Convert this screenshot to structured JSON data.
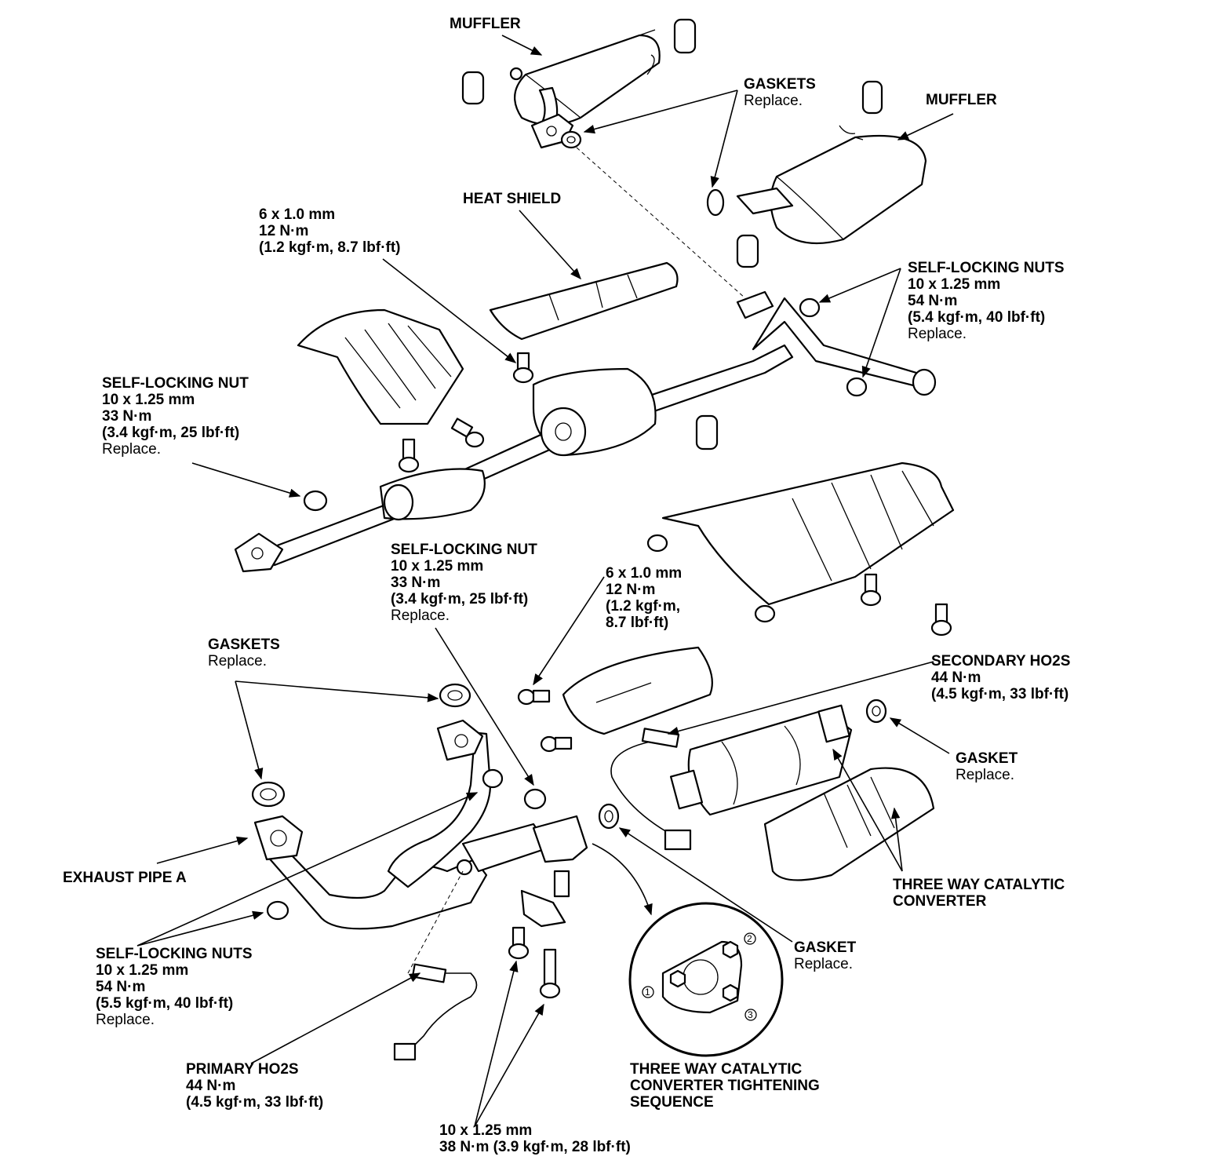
{
  "labels": {
    "muffler_top": [
      "MUFFLER"
    ],
    "gaskets_top": [
      "GASKETS",
      "Replace."
    ],
    "muffler_right": [
      "MUFFLER"
    ],
    "heat_shield": [
      "HEAT SHIELD"
    ],
    "bolt_6x1_top": [
      "6 x 1.0 mm",
      "12 N·m",
      "(1.2 kgf·m, 8.7 lbf·ft)"
    ],
    "self_locking_nuts_top": [
      "SELF-LOCKING NUTS",
      "10 x 1.25 mm",
      "54 N·m",
      "(5.4 kgf·m, 40 lbf·ft)",
      "Replace."
    ],
    "self_locking_nut_left": [
      "SELF-LOCKING NUT",
      "10 x 1.25 mm",
      "33 N·m",
      "(3.4 kgf·m, 25 lbf·ft)",
      "Replace."
    ],
    "self_locking_nut_mid": [
      "SELF-LOCKING NUT",
      "10 x 1.25 mm",
      "33 N·m",
      "(3.4 kgf·m, 25 lbf·ft)",
      "Replace."
    ],
    "bolt_6x1_mid": [
      "6 x 1.0 mm",
      "12 N·m",
      "(1.2 kgf·m,",
      "8.7 lbf·ft)"
    ],
    "gaskets_left": [
      "GASKETS",
      "Replace."
    ],
    "secondary_ho2s": [
      "SECONDARY HO2S",
      "44 N·m",
      "(4.5 kgf·m, 33 lbf·ft)"
    ],
    "gasket_right": [
      "GASKET",
      "Replace."
    ],
    "exhaust_pipe_a": [
      "EXHAUST PIPE A"
    ],
    "three_way_cat": [
      "THREE WAY CATALYTIC",
      "CONVERTER"
    ],
    "self_locking_nuts_bottom": [
      "SELF-LOCKING NUTS",
      "10 x 1.25 mm",
      "54 N·m",
      "(5.5 kgf·m, 40 lbf·ft)",
      "Replace."
    ],
    "gasket_bottom": [
      "GASKET",
      "Replace."
    ],
    "primary_ho2s": [
      "PRIMARY HO2S",
      "44 N·m",
      "(4.5 kgf·m, 33 lbf·ft)"
    ],
    "tightening_sequence": [
      "THREE WAY CATALYTIC",
      "CONVERTER TIGHTENING",
      "SEQUENCE"
    ],
    "bolt_10x125_bottom": [
      "10 x 1.25 mm",
      "38 N·m (3.9 kgf·m, 28 lbf·ft)"
    ]
  },
  "sequence_numbers": [
    "1",
    "2",
    "3"
  ]
}
